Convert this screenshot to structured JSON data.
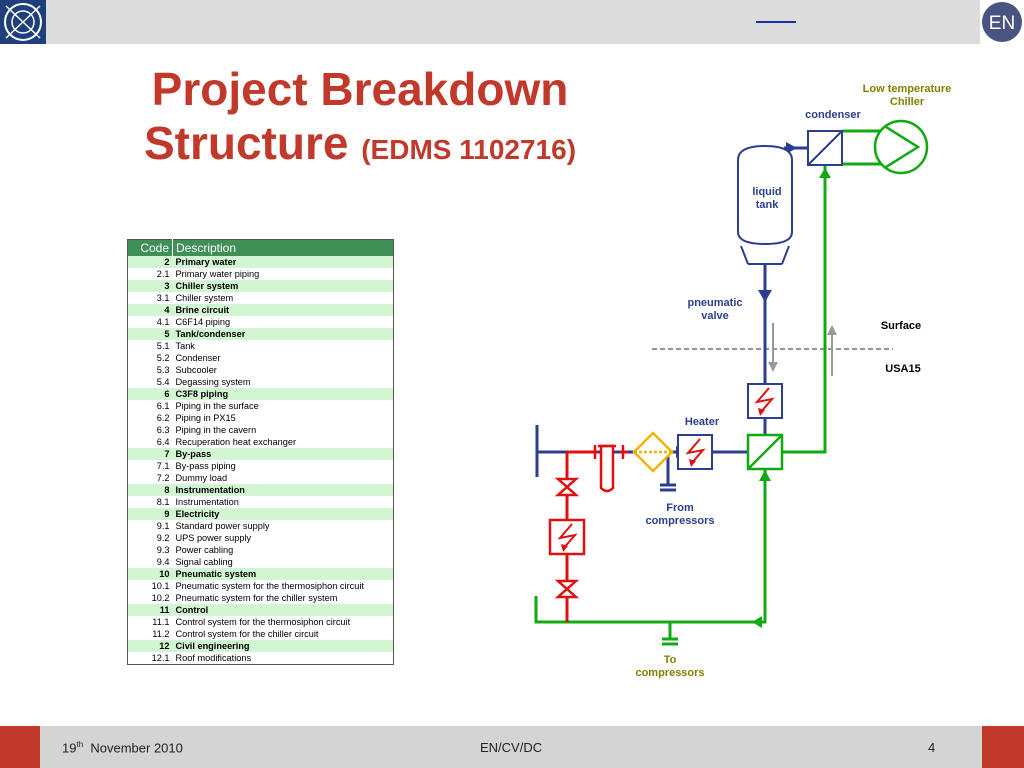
{
  "footer": {
    "date_day": "19",
    "date_suffix": "th",
    "date_rest": "November 2010",
    "department": "EN/CV/DC",
    "page_number": "4"
  },
  "logos": {
    "left": "CERN",
    "right": "EN"
  },
  "title": {
    "line1": "Project Breakdown",
    "line2": "Structure",
    "edms": "(EDMS 1102716)"
  },
  "table": {
    "headers": {
      "code": "Code",
      "description": "Description"
    },
    "rows": [
      {
        "code": "2",
        "description": "Primary water",
        "level": "main"
      },
      {
        "code": "2.1",
        "description": "Primary water piping",
        "level": "sub"
      },
      {
        "code": "3",
        "description": "Chiller system",
        "level": "main"
      },
      {
        "code": "3.1",
        "description": "Chiller system",
        "level": "sub"
      },
      {
        "code": "4",
        "description": "Brine circuit",
        "level": "main"
      },
      {
        "code": "4.1",
        "description": "C6F14 piping",
        "level": "sub"
      },
      {
        "code": "5",
        "description": "Tank/condenser",
        "level": "main"
      },
      {
        "code": "5.1",
        "description": "Tank",
        "level": "sub"
      },
      {
        "code": "5.2",
        "description": "Condenser",
        "level": "sub"
      },
      {
        "code": "5.3",
        "description": "Subcooler",
        "level": "sub"
      },
      {
        "code": "5.4",
        "description": "Degassing system",
        "level": "sub"
      },
      {
        "code": "6",
        "description": "C3F8 piping",
        "level": "main"
      },
      {
        "code": "6.1",
        "description": "Piping in the surface",
        "level": "sub"
      },
      {
        "code": "6.2",
        "description": "Piping in PX15",
        "level": "sub"
      },
      {
        "code": "6.3",
        "description": "Piping in the cavern",
        "level": "sub"
      },
      {
        "code": "6.4",
        "description": "Recuperation heat exchanger",
        "level": "sub"
      },
      {
        "code": "7",
        "description": "By-pass",
        "level": "main"
      },
      {
        "code": "7.1",
        "description": "By-pass piping",
        "level": "sub"
      },
      {
        "code": "7.2",
        "description": "Dummy load",
        "level": "sub"
      },
      {
        "code": "8",
        "description": "Instrumentation",
        "level": "main"
      },
      {
        "code": "8.1",
        "description": "Instrumentation",
        "level": "sub"
      },
      {
        "code": "9",
        "description": "Electricity",
        "level": "main"
      },
      {
        "code": "9.1",
        "description": "Standard power supply",
        "level": "sub"
      },
      {
        "code": "9.2",
        "description": "UPS power supply",
        "level": "sub"
      },
      {
        "code": "9.3",
        "description": "Power cabling",
        "level": "sub"
      },
      {
        "code": "9.4",
        "description": "Signal cabling",
        "level": "sub"
      },
      {
        "code": "10",
        "description": "Pneumatic system",
        "level": "main"
      },
      {
        "code": "10.1",
        "description": "Pneumatic system for the thermosiphon circuit",
        "level": "sub"
      },
      {
        "code": "10.2",
        "description": "Pneumatic system for the chiller system",
        "level": "sub"
      },
      {
        "code": "11",
        "description": "Control",
        "level": "main"
      },
      {
        "code": "11.1",
        "description": "Control system for the thermosiphon circuit",
        "level": "sub"
      },
      {
        "code": "11.2",
        "description": "Control system for the chiller circuit",
        "level": "sub"
      },
      {
        "code": "12",
        "description": "Civil engineering",
        "level": "main"
      },
      {
        "code": "12.1",
        "description": "Roof modifications",
        "level": "sub"
      }
    ]
  },
  "diagram": {
    "chiller_label_1": "Low temperature",
    "chiller_label_2": "Chiller",
    "condenser_label": "condenser",
    "tank_label_1": "liquid",
    "tank_label_2": "tank",
    "valve_label_1": "pneumatic",
    "valve_label_2": "valve",
    "surface_label": "Surface",
    "usa15_label": "USA15",
    "heater_label": "Heater",
    "from_label_1": "From",
    "from_label_2": "compressors",
    "to_label_1": "To",
    "to_label_2": "compressors",
    "colors": {
      "green": "#11a811",
      "blue": "#2c3e90",
      "red": "#e01010",
      "orange": "#f0b400",
      "title_red": "#c0392b",
      "table_header": "#3f8f57",
      "table_highlight": "#d2f5d2"
    }
  }
}
